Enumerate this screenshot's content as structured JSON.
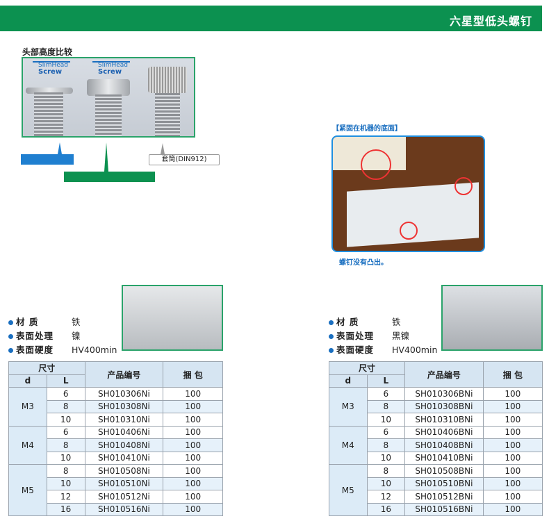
{
  "banner": {
    "title": "六星型低头螺钉"
  },
  "comparison": {
    "title": "头部高度比较",
    "logo_top": "SlimHead",
    "logo_bottom": "Screw",
    "callout": "套筒(DIN912)"
  },
  "device": {
    "caption_top": "【紧固在机器的底面】",
    "caption_bottom": "螺钉没有凸出。"
  },
  "colors": {
    "green": "#0c9150",
    "blue": "#1f7fd0"
  },
  "table_headers": {
    "size": "尺寸",
    "d": "d",
    "L": "L",
    "part_no": "产品编号",
    "pack": "捆 包"
  },
  "products": [
    {
      "specs": [
        {
          "label": "材 质",
          "value": "铁"
        },
        {
          "label": "表面处理",
          "value": "镍"
        },
        {
          "label": "表面硬度",
          "value": "HV400min"
        }
      ],
      "groups": [
        {
          "d": "M3",
          "rows": [
            [
              "6",
              "SH010306Ni",
              "100"
            ],
            [
              "8",
              "SH010308Ni",
              "100"
            ],
            [
              "10",
              "SH010310Ni",
              "100"
            ]
          ]
        },
        {
          "d": "M4",
          "rows": [
            [
              "6",
              "SH010406Ni",
              "100"
            ],
            [
              "8",
              "SH010408Ni",
              "100"
            ],
            [
              "10",
              "SH010410Ni",
              "100"
            ]
          ]
        },
        {
          "d": "M5",
          "rows": [
            [
              "8",
              "SH010508Ni",
              "100"
            ],
            [
              "10",
              "SH010510Ni",
              "100"
            ],
            [
              "12",
              "SH010512Ni",
              "100"
            ],
            [
              "16",
              "SH010516Ni",
              "100"
            ]
          ]
        }
      ]
    },
    {
      "specs": [
        {
          "label": "材 质",
          "value": "铁"
        },
        {
          "label": "表面处理",
          "value": "黑镍"
        },
        {
          "label": "表面硬度",
          "value": "HV400min"
        }
      ],
      "groups": [
        {
          "d": "M3",
          "rows": [
            [
              "6",
              "SH010306BNi",
              "100"
            ],
            [
              "8",
              "SH010308BNi",
              "100"
            ],
            [
              "10",
              "SH010310BNi",
              "100"
            ]
          ]
        },
        {
          "d": "M4",
          "rows": [
            [
              "6",
              "SH010406BNi",
              "100"
            ],
            [
              "8",
              "SH010408BNi",
              "100"
            ],
            [
              "10",
              "SH010410BNi",
              "100"
            ]
          ]
        },
        {
          "d": "M5",
          "rows": [
            [
              "8",
              "SH010508BNi",
              "100"
            ],
            [
              "10",
              "SH010510BNi",
              "100"
            ],
            [
              "12",
              "SH010512BNi",
              "100"
            ],
            [
              "16",
              "SH010516BNi",
              "100"
            ]
          ]
        }
      ]
    }
  ]
}
